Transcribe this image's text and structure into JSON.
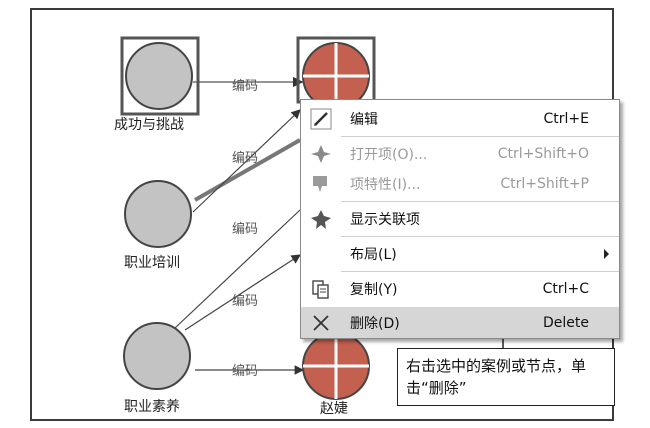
{
  "nodes": {
    "success": "成功与挑战",
    "training": "职业培训",
    "quality": "职业素养",
    "zhao": "赵婕"
  },
  "edge_label": "编码",
  "menu": {
    "edit": {
      "label": "编辑",
      "shortcut": "Ctrl+E"
    },
    "open": {
      "label": "打开项(O)...",
      "shortcut": "Ctrl+Shift+O"
    },
    "props": {
      "label": "项特性(I)...",
      "shortcut": "Ctrl+Shift+P"
    },
    "show_related": {
      "label": "显示关联项"
    },
    "layout": {
      "label": "布局(L)"
    },
    "copy": {
      "label": "复制(Y)",
      "shortcut": "Ctrl+C"
    },
    "delete": {
      "label": "删除(D)",
      "shortcut": "Delete"
    }
  },
  "callout": "右击选中的案例或节点，单击“删除”",
  "colors": {
    "node_fill": "#c3c3c3",
    "case_red": "#c4604f",
    "selection_border": "#555555",
    "menu_highlight": "#d6d6d6"
  }
}
